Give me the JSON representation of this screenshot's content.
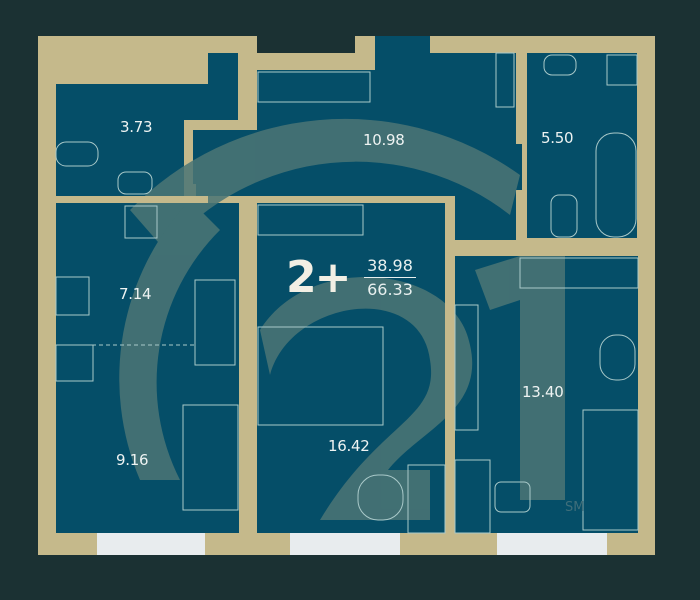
{
  "plan": {
    "rooms_label": "2+",
    "living_area": "38.98",
    "total_area": "66.33",
    "watermark": "SM"
  },
  "rooms": [
    {
      "name": "bathroom-small",
      "area": "3.73"
    },
    {
      "name": "hallway",
      "area": "10.98"
    },
    {
      "name": "bathroom",
      "area": "5.50"
    },
    {
      "name": "kitchen",
      "area": "7.14"
    },
    {
      "name": "living-zone",
      "area": "9.16"
    },
    {
      "name": "bedroom-1",
      "area": "16.42"
    },
    {
      "name": "bedroom-2",
      "area": "13.40"
    }
  ],
  "colors": {
    "background": "#1b3133",
    "walls": "#c5b98b",
    "floor": "#054e68",
    "overlay": "#4c7675",
    "lines": "#a9c9c9",
    "windows": "#e8ecee"
  }
}
